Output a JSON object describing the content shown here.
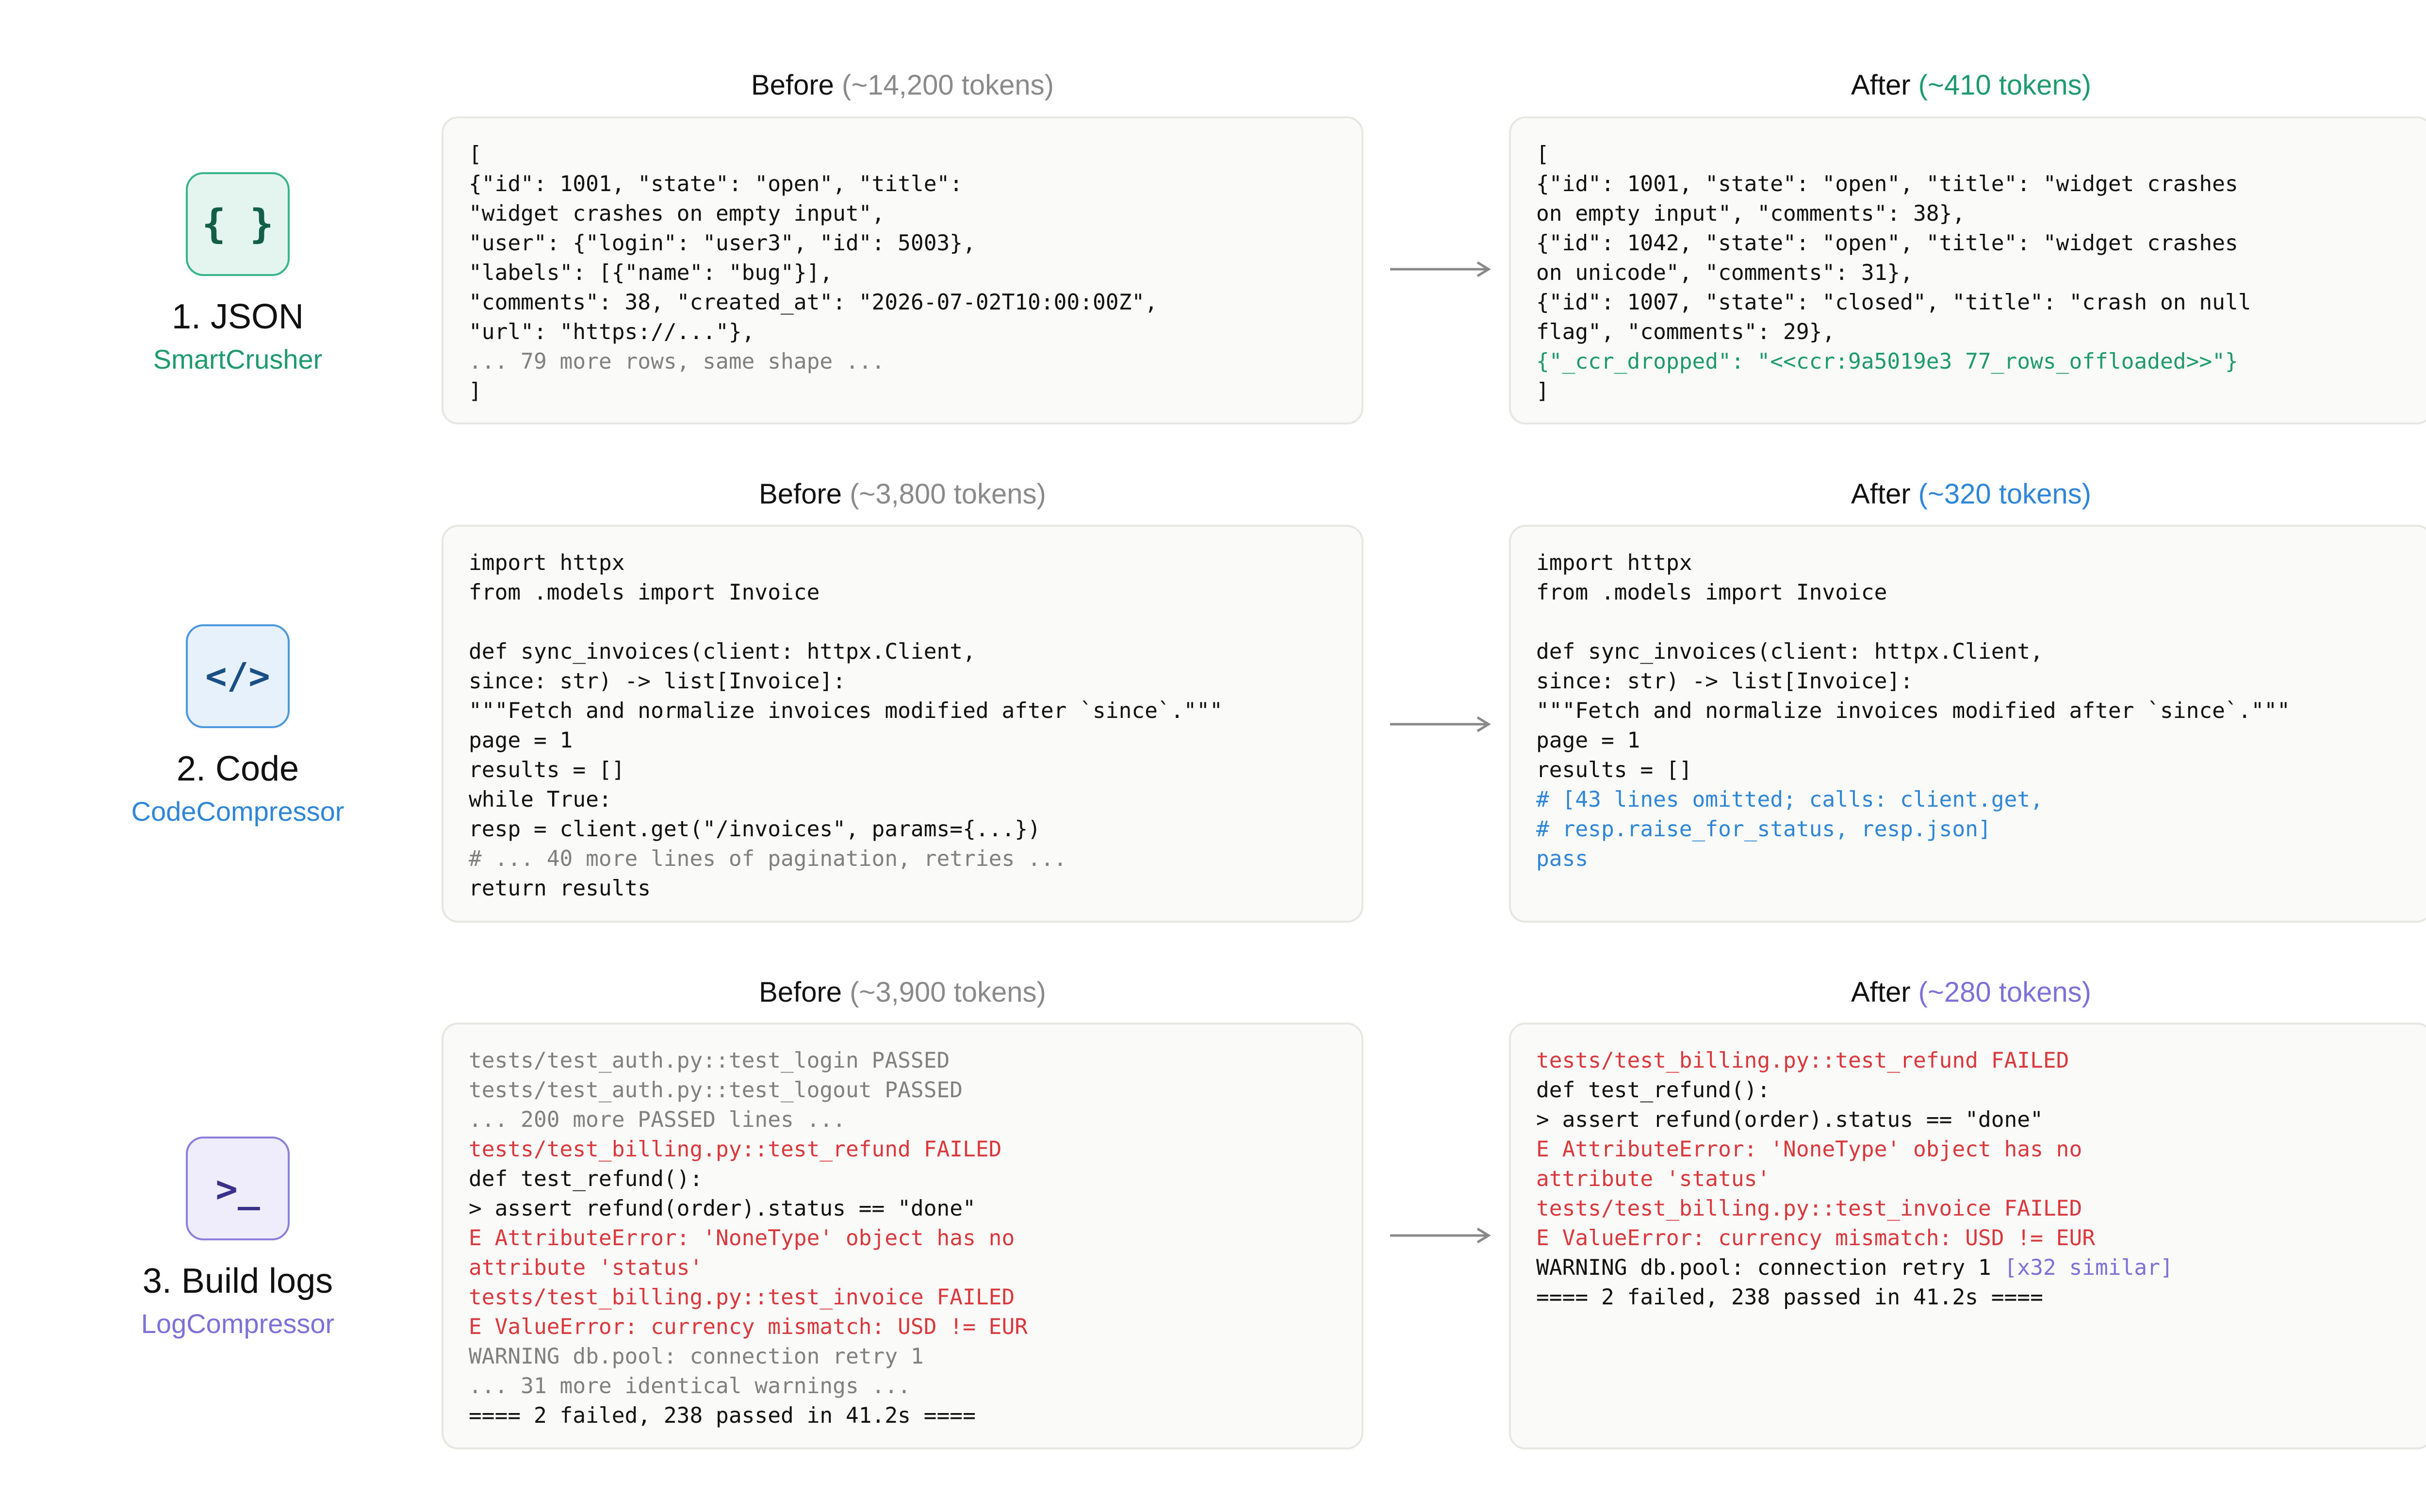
{
  "rows": [
    {
      "step_title": "1. JSON",
      "step_sub": "SmartCrusher",
      "icon": {
        "glyph": "{ }",
        "name": "json-braces-icon",
        "bg": "#e3f5ee",
        "border": "#38b48a",
        "fg": "#125e46"
      },
      "accent": "#1f9a6e",
      "before": {
        "label": "Before",
        "tokens": "(~14,200 tokens)"
      },
      "after": {
        "label": "After",
        "tokens": "(~410 tokens)"
      },
      "before_lines": [
        {
          "text": "[",
          "style": "normal"
        },
        {
          "text": "{\"id\": 1001, \"state\": \"open\", \"title\":",
          "style": "normal"
        },
        {
          "text": "\"widget crashes on empty input\",",
          "style": "normal"
        },
        {
          "text": "\"user\": {\"login\": \"user3\", \"id\": 5003},",
          "style": "normal"
        },
        {
          "text": "\"labels\": [{\"name\": \"bug\"}],",
          "style": "normal"
        },
        {
          "text": "\"comments\": 38, \"created_at\": \"2026-07-02T10:00:00Z\",",
          "style": "normal"
        },
        {
          "text": "\"url\": \"https://...\"},",
          "style": "normal"
        },
        {
          "text": "... 79 more rows, same shape ...",
          "style": "muted"
        },
        {
          "text": "]",
          "style": "normal"
        }
      ],
      "after_lines": [
        {
          "text": "[",
          "style": "normal"
        },
        {
          "text": "{\"id\": 1001, \"state\": \"open\", \"title\": \"widget crashes",
          "style": "normal"
        },
        {
          "text": "on empty input\", \"comments\": 38},",
          "style": "normal"
        },
        {
          "text": "{\"id\": 1042, \"state\": \"open\", \"title\": \"widget crashes",
          "style": "normal"
        },
        {
          "text": "on unicode\", \"comments\": 31},",
          "style": "normal"
        },
        {
          "text": "{\"id\": 1007, \"state\": \"closed\", \"title\": \"crash on null",
          "style": "normal"
        },
        {
          "text": "flag\", \"comments\": 29},",
          "style": "normal"
        },
        {
          "text": "{\"_ccr_dropped\": \"<<ccr:9a5019e3 77_rows_offloaded>>\"}",
          "style": "green"
        },
        {
          "text": "]",
          "style": "normal"
        }
      ]
    },
    {
      "step_title": "2. Code",
      "step_sub": "CodeCompressor",
      "icon": {
        "glyph": "</>",
        "name": "code-brackets-icon",
        "bg": "#e6f1fc",
        "border": "#4b98de",
        "fg": "#1a4f85"
      },
      "accent": "#2f86d6",
      "before": {
        "label": "Before",
        "tokens": "(~3,800 tokens)"
      },
      "after": {
        "label": "After",
        "tokens": "(~320 tokens)"
      },
      "before_lines": [
        {
          "text": "import httpx",
          "style": "normal"
        },
        {
          "text": "from .models import Invoice",
          "style": "normal"
        },
        {
          "text": "",
          "style": "normal"
        },
        {
          "text": "def sync_invoices(client: httpx.Client,",
          "style": "normal"
        },
        {
          "text": "since: str) -> list[Invoice]:",
          "style": "normal"
        },
        {
          "text": "\"\"\"Fetch and normalize invoices modified after `since`.\"\"\"",
          "style": "normal"
        },
        {
          "text": "page = 1",
          "style": "normal"
        },
        {
          "text": "results = []",
          "style": "normal"
        },
        {
          "text": "while True:",
          "style": "normal"
        },
        {
          "text": "resp = client.get(\"/invoices\", params={...})",
          "style": "normal"
        },
        {
          "text": "# ... 40 more lines of pagination, retries ...",
          "style": "muted"
        },
        {
          "text": "return results",
          "style": "normal"
        }
      ],
      "after_lines": [
        {
          "text": "import httpx",
          "style": "normal"
        },
        {
          "text": "from .models import Invoice",
          "style": "normal"
        },
        {
          "text": "",
          "style": "normal"
        },
        {
          "text": "def sync_invoices(client: httpx.Client,",
          "style": "normal"
        },
        {
          "text": "since: str) -> list[Invoice]:",
          "style": "normal"
        },
        {
          "text": "\"\"\"Fetch and normalize invoices modified after `since`.\"\"\"",
          "style": "normal"
        },
        {
          "text": "page = 1",
          "style": "normal"
        },
        {
          "text": "results = []",
          "style": "normal"
        },
        {
          "text": "# [43 lines omitted; calls: client.get,",
          "style": "blue"
        },
        {
          "text": "# resp.raise_for_status, resp.json]",
          "style": "blue"
        },
        {
          "text": "pass",
          "style": "blue"
        }
      ]
    },
    {
      "step_title": "3. Build logs",
      "step_sub": "LogCompressor",
      "icon": {
        "glyph": ">_",
        "name": "terminal-prompt-icon",
        "bg": "#efedfc",
        "border": "#8a80db",
        "fg": "#3a318a"
      },
      "accent": "#7d71d8",
      "before": {
        "label": "Before",
        "tokens": "(~3,900 tokens)"
      },
      "after": {
        "label": "After",
        "tokens": "(~280 tokens)"
      },
      "before_lines": [
        {
          "text": "tests/test_auth.py::test_login PASSED",
          "style": "muted"
        },
        {
          "text": "tests/test_auth.py::test_logout PASSED",
          "style": "muted"
        },
        {
          "text": "... 200 more PASSED lines ...",
          "style": "muted"
        },
        {
          "text": "tests/test_billing.py::test_refund FAILED",
          "style": "red"
        },
        {
          "text": "def test_refund():",
          "style": "normal"
        },
        {
          "text": "> assert refund(order).status == \"done\"",
          "style": "normal"
        },
        {
          "text": "E AttributeError: 'NoneType' object has no",
          "style": "red"
        },
        {
          "text": "attribute 'status'",
          "style": "red"
        },
        {
          "text": "tests/test_billing.py::test_invoice FAILED",
          "style": "red"
        },
        {
          "text": "E ValueError: currency mismatch: USD != EUR",
          "style": "red"
        },
        {
          "text": "WARNING db.pool: connection retry 1",
          "style": "muted"
        },
        {
          "text": "... 31 more identical warnings ...",
          "style": "muted"
        },
        {
          "text": "==== 2 failed, 238 passed in 41.2s ====",
          "style": "normal"
        }
      ],
      "after_lines": [
        {
          "text": "tests/test_billing.py::test_refund FAILED",
          "style": "red"
        },
        {
          "text": "def test_refund():",
          "style": "normal"
        },
        {
          "text": "> assert refund(order).status == \"done\"",
          "style": "normal"
        },
        {
          "text": "E AttributeError: 'NoneType' object has no",
          "style": "red"
        },
        {
          "text": "attribute 'status'",
          "style": "red"
        },
        {
          "text": "tests/test_billing.py::test_invoice FAILED",
          "style": "red"
        },
        {
          "text": "E ValueError: currency mismatch: USD != EUR",
          "style": "red"
        },
        {
          "text": "WARNING db.pool: connection retry 1",
          "style": "normal",
          "suffix": " [x32 similar]"
        },
        {
          "text": "==== 2 failed, 238 passed in 41.2s ====",
          "style": "normal"
        }
      ]
    }
  ]
}
